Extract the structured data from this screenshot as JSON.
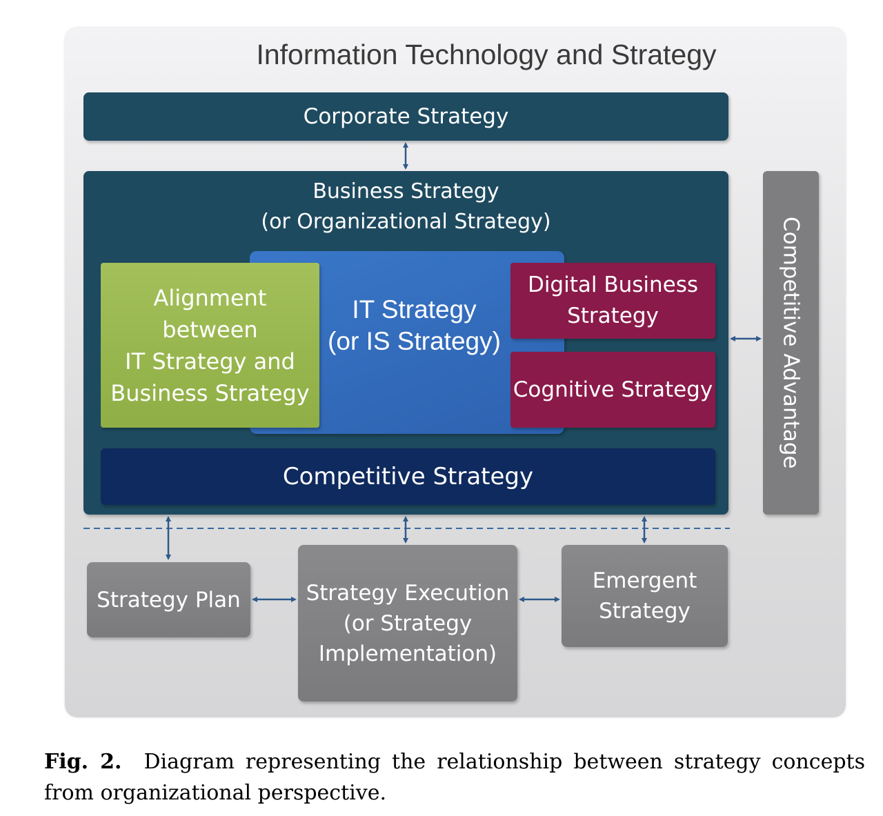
{
  "title": "Information Technology and Strategy",
  "corporate_strategy": "Corporate Strategy",
  "business_strategy": {
    "line1": "Business Strategy",
    "line2": "(or Organizational Strategy)"
  },
  "it_strategy": {
    "line1": "IT Strategy",
    "line2": "(or IS Strategy)"
  },
  "alignment": {
    "line1": "Alignment",
    "line2": "between",
    "line3": "IT Strategy and",
    "line4": "Business Strategy"
  },
  "digital_business": {
    "line1": "Digital Business",
    "line2": "Strategy"
  },
  "cognitive_strategy": "Cognitive Strategy",
  "competitive_strategy": "Competitive Strategy",
  "competitive_advantage": "Competitive Advantage",
  "strategy_plan": "Strategy Plan",
  "strategy_execution": {
    "line1": "Strategy Execution",
    "line2": "(or Strategy",
    "line3": "Implementation)"
  },
  "emergent": {
    "line1": "Emergent",
    "line2": "Strategy"
  },
  "caption": {
    "label": "Fig. 2.",
    "text": "Diagram representing the relationship between strategy concepts from organizational perspective."
  },
  "colors": {
    "corporate": "#1e4b60",
    "business": "#1e4a5f",
    "it": "#3a77c8",
    "alignment": "#a3c05a",
    "digital": "#8a1a49",
    "competitive": "#0f2a5e",
    "gray": "#7e7e80",
    "arrow": "#2f5a8a"
  }
}
